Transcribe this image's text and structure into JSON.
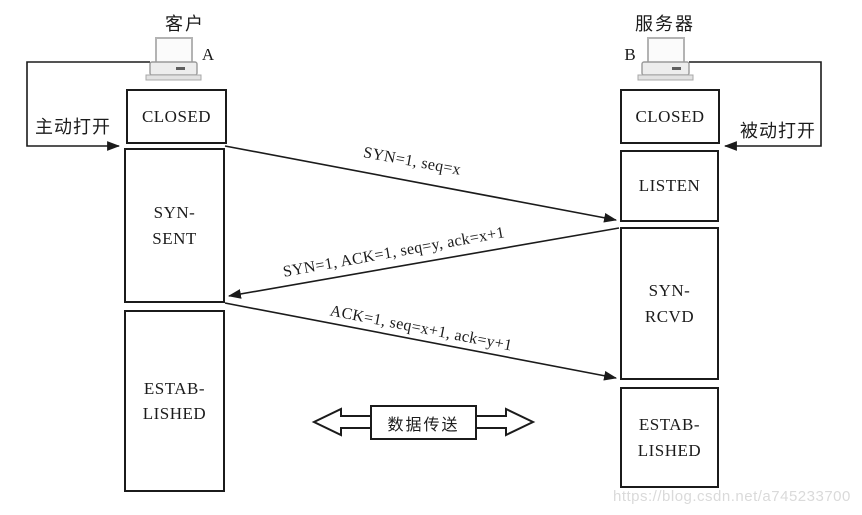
{
  "diagram": {
    "client": {
      "title": "客户",
      "host_label": "A",
      "open_action": "主动打开",
      "state_closed": "CLOSED",
      "state_syn_sent_line1": "SYN-",
      "state_syn_sent_line2": "SENT",
      "state_established_line1": "ESTAB-",
      "state_established_line2": "LISHED"
    },
    "server": {
      "title": "服务器",
      "host_label": "B",
      "open_action": "被动打开",
      "state_closed": "CLOSED",
      "state_listen": "LISTEN",
      "state_syn_rcvd_line1": "SYN-",
      "state_syn_rcvd_line2": "RCVD",
      "state_established_line1": "ESTAB-",
      "state_established_line2": "LISHED"
    },
    "messages": {
      "syn": "SYN=1, seq=x",
      "syn_ack": "SYN=1, ACK=1, seq=y, ack=x+1",
      "ack": "ACK=1, seq=x+1, ack=y+1"
    },
    "data_transfer_label": "数据传送",
    "watermark": "https://blog.csdn.net/a745233700",
    "colors": {
      "line": "#1b1b1b",
      "watermark": "#dadada",
      "background": "#ffffff"
    }
  }
}
